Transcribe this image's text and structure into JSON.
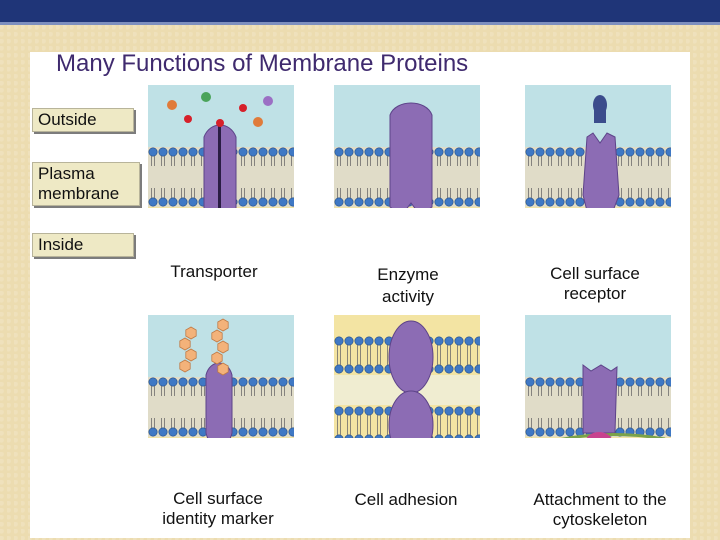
{
  "slide": {
    "title": "Many Functions of Membrane Proteins",
    "labels": {
      "outside": "Outside",
      "plasma_line1": "Plasma",
      "plasma_line2": "membrane",
      "inside": "Inside"
    },
    "panels": [
      {
        "id": "transporter",
        "caption_lines": [
          "Transporter"
        ]
      },
      {
        "id": "enzyme",
        "caption_lines": [
          "Enzyme",
          "activity"
        ]
      },
      {
        "id": "receptor",
        "caption_lines": [
          "Cell surface",
          "receptor"
        ]
      },
      {
        "id": "identity",
        "caption_lines": [
          "Cell surface",
          "identity marker"
        ]
      },
      {
        "id": "adhesion",
        "caption_lines": [
          "Cell adhesion"
        ]
      },
      {
        "id": "cytoskeleton",
        "caption_lines": [
          "Attachment to the",
          "cytoskeleton"
        ]
      }
    ]
  },
  "colors": {
    "header_bar": "#1f3578",
    "title": "#3f2a6e",
    "outside_fluid": "#bfe1e6",
    "inside_fluid": "#f3e4a3",
    "lipid_head": "#3f78c4",
    "protein": "#8c6cb4",
    "molecule_red": "#d6202a",
    "label_box": "#eee9c5"
  }
}
